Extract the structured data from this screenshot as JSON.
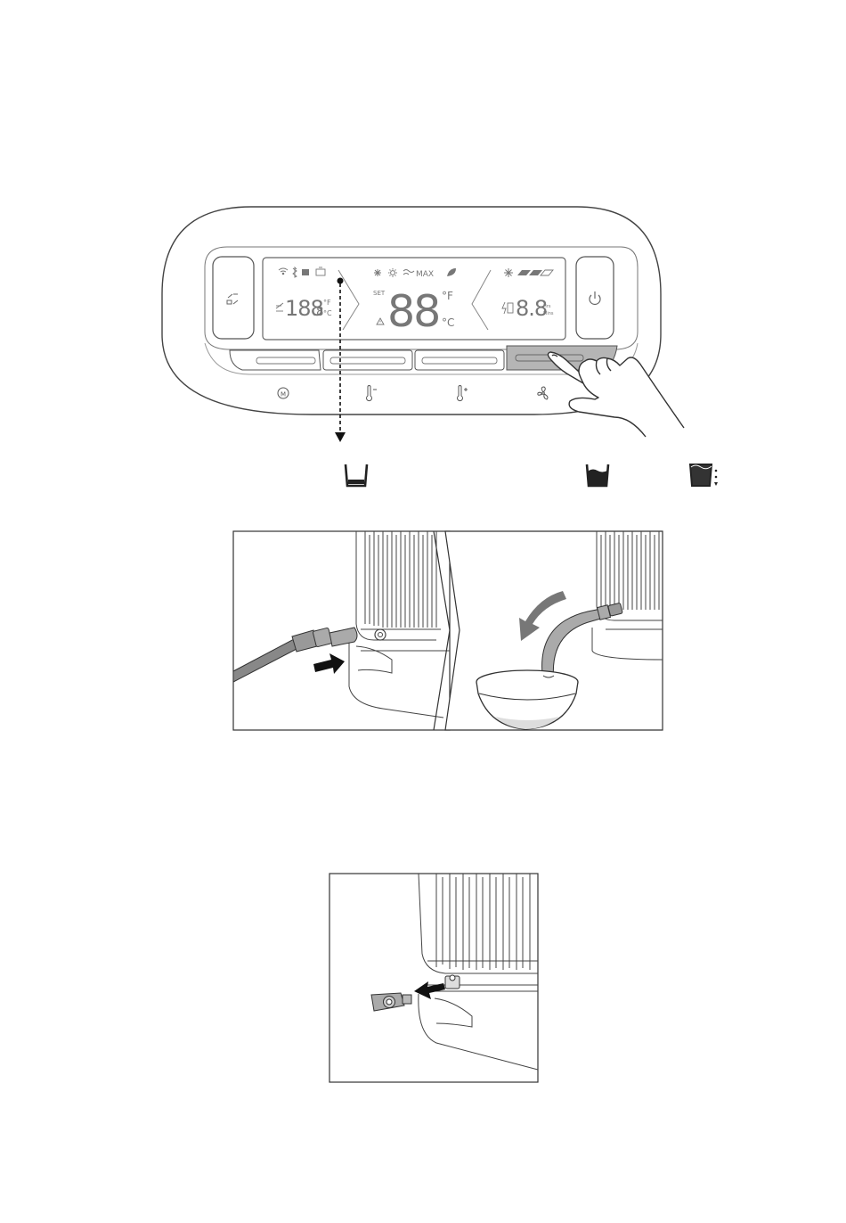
{
  "panel": {
    "set_label": "SET",
    "main_display": "88",
    "unit_f": "°F",
    "unit_c": "°C",
    "mode_max": "MAX",
    "left_display": "188",
    "left_display_small": ".8",
    "left_unit_f": "°F",
    "left_unit_c": "°C",
    "right_display": "8.8",
    "right_unit_h": "Hrs",
    "right_unit_m": "Mins",
    "buttons": [
      {
        "icon": "mode-icon",
        "label": "M"
      },
      {
        "icon": "temp-down-icon"
      },
      {
        "icon": "temp-up-icon"
      },
      {
        "icon": "fan-icon"
      }
    ]
  },
  "tank_indicators": [
    "empty-tank-icon",
    "full-tank-icon",
    "overflow-tank-icon"
  ],
  "steps": [
    "attach-hose",
    "drain-into-bowl",
    "remove-drain-cap"
  ],
  "colors": {
    "line": "#333333",
    "display_text": "#777777",
    "pressed_button": "#b5b5b5"
  }
}
